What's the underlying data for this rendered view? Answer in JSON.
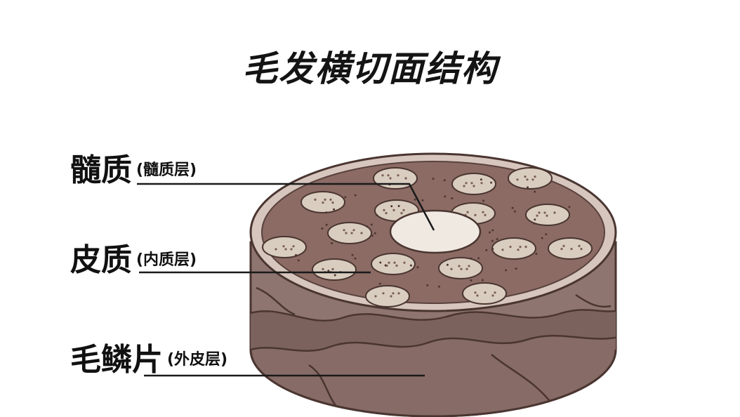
{
  "title": "毛发横切面结构",
  "labels": {
    "medulla": {
      "main": "髓质",
      "sub": "(髓质层)"
    },
    "cortex": {
      "main": "皮质",
      "sub": "(内质层)"
    },
    "cuticle": {
      "main": "毛鳞片",
      "sub": "(外皮层)"
    }
  },
  "colors": {
    "outline": "#4a3530",
    "cuticle_side": "#8e7570",
    "cuticle_dark": "#6f5550",
    "rim": "#d6c6bd",
    "cortex_top": "#8b6b64",
    "granule": "#d9cdbf",
    "medulla": "#efe9e2"
  }
}
